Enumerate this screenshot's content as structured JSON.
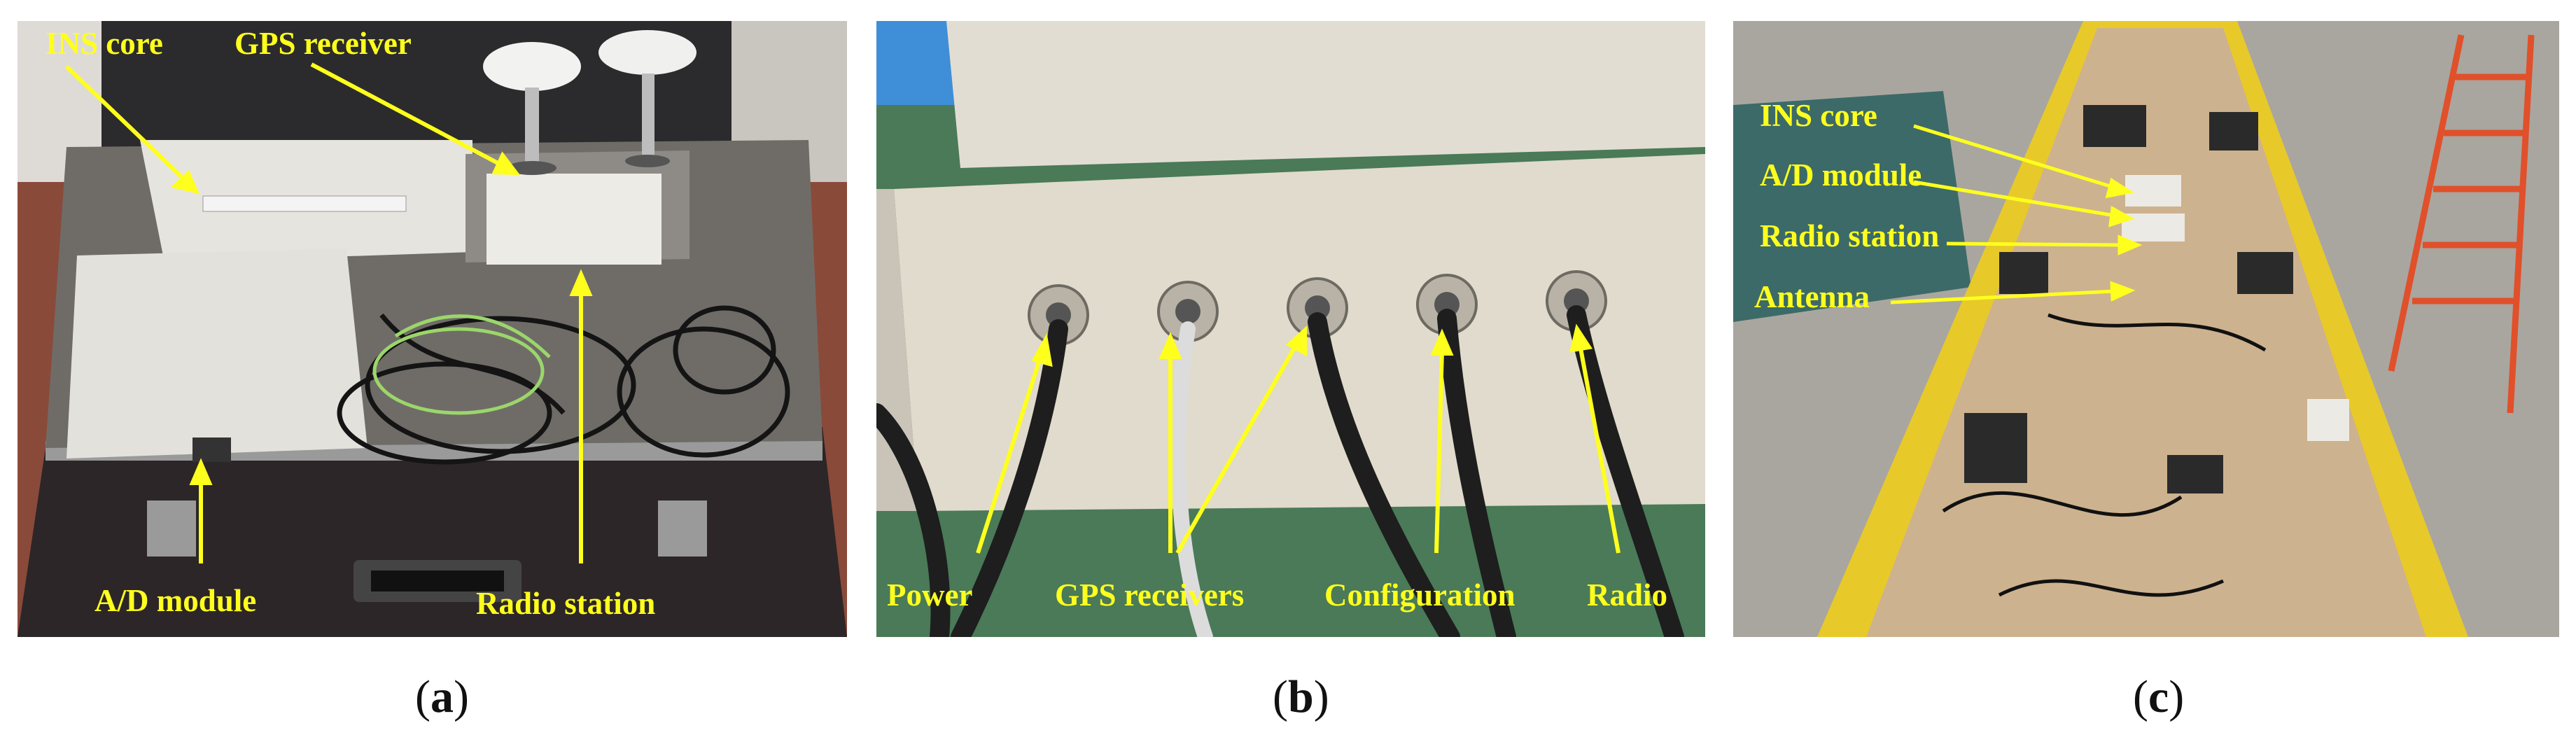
{
  "panels": [
    {
      "id": "a",
      "caption_letter": "a",
      "labels": {
        "ins_core": "INS core",
        "gps_receiver": "GPS receiver",
        "ad_module": "A/D module",
        "radio_station": "Radio station"
      }
    },
    {
      "id": "b",
      "caption_letter": "b",
      "labels": {
        "power": "Power",
        "gps_receivers": "GPS receivers",
        "configuration": "Configuration",
        "radio": "Radio"
      }
    },
    {
      "id": "c",
      "caption_letter": "c",
      "labels": {
        "ins_core": "INS core",
        "ad_module": "A/D module",
        "radio_station": "Radio station",
        "antenna": "Antenna"
      }
    }
  ],
  "colors": {
    "annotation": "#ffff1e",
    "background": "#ffffff",
    "caption_text": "#111111"
  }
}
